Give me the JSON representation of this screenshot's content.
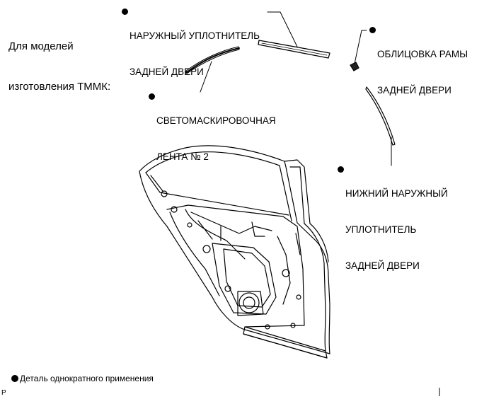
{
  "header": {
    "line1": "Для моделей",
    "line2": "изготовления ТММК:"
  },
  "labels": {
    "outer_seal_rear_door": {
      "line1": "НАРУЖНЫЙ УПЛОТНИТЕЛЬ",
      "line2": "ЗАДНЕЙ ДВЕРИ"
    },
    "frame_garnish": {
      "line1": "ОБЛИЦОВКА РАМЫ",
      "line2": "ЗАДНЕЙ ДВЕРИ"
    },
    "blackout_tape": {
      "line1": "СВЕТОМАСКИРОВОЧНАЯ",
      "line2": "ЛЕНТА № 2"
    },
    "lower_outer_seal": {
      "line1": "НИЖНИЙ НАРУЖНЫЙ",
      "line2": "УПЛОТНИТЕЛЬ",
      "line3": "ЗАДНЕЙ ДВЕРИ"
    }
  },
  "legend": {
    "text": "Деталь однократного применения"
  },
  "footer": {
    "code": "P"
  },
  "icons": {
    "marker": "filled-circle-icon"
  }
}
